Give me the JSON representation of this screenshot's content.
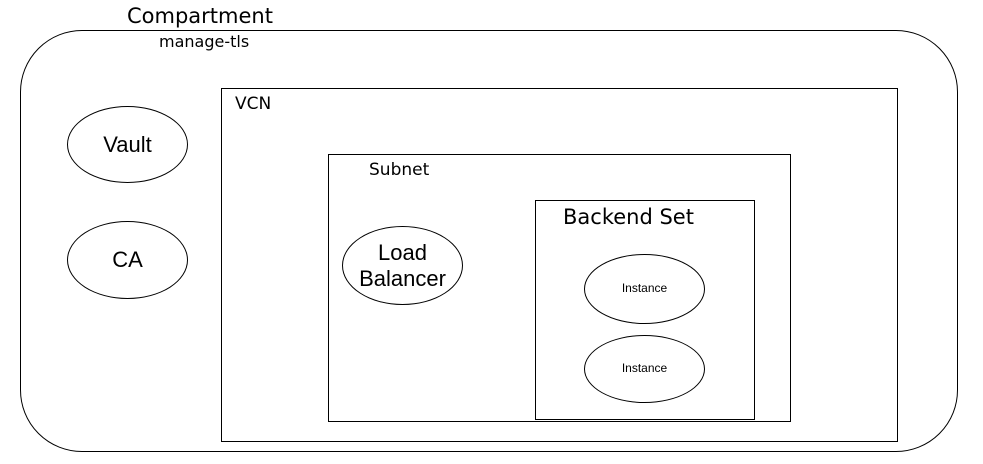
{
  "compartment": {
    "title": "Compartment",
    "subtitle": "manage-tls"
  },
  "vault": {
    "label": "Vault"
  },
  "ca": {
    "label": "CA"
  },
  "vcn": {
    "label": "VCN"
  },
  "subnet": {
    "label": "Subnet"
  },
  "load_balancer": {
    "line1": "Load",
    "line2": "Balancer"
  },
  "backend_set": {
    "label": "Backend Set",
    "instances": [
      {
        "label": "Instance"
      },
      {
        "label": "Instance"
      }
    ]
  }
}
